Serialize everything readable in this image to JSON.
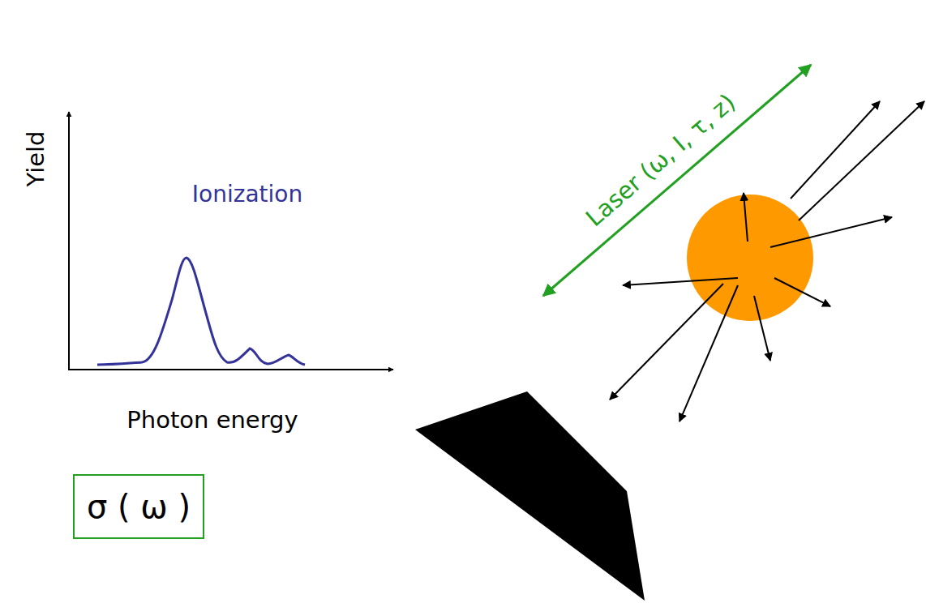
{
  "diagram": {
    "nodes": [
      {
        "text": [
          "σ ( ω )"
        ]
      }
    ],
    "labels": [
      "Yield",
      "Ionization",
      "Photon energy",
      "Laser (ω, I, τ, z)"
    ]
  }
}
